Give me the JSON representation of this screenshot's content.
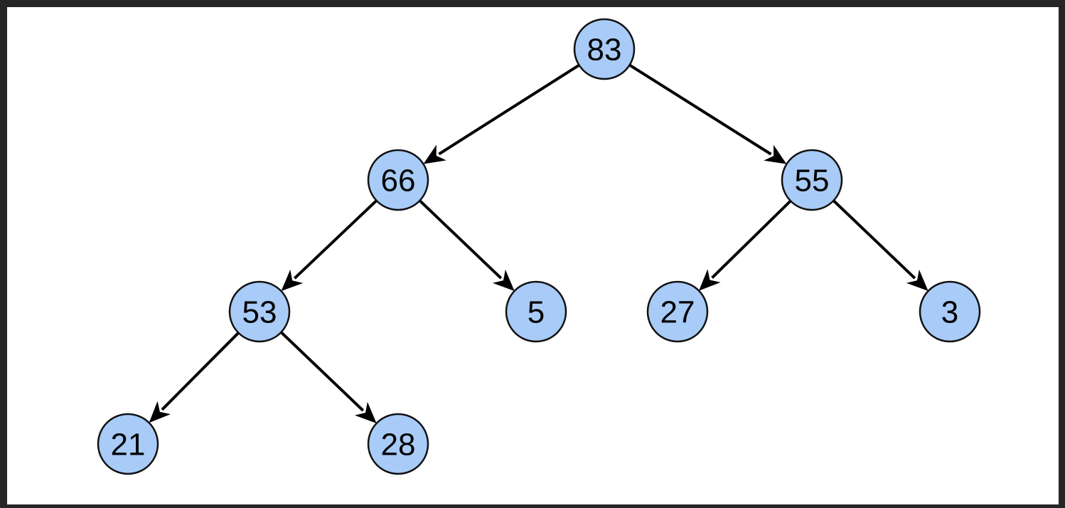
{
  "diagram": {
    "type": "binary-tree",
    "node_fill": "#a8cbf7",
    "node_stroke": "#111111",
    "edge_color": "#000000",
    "nodes": [
      {
        "id": "n83",
        "label": "83"
      },
      {
        "id": "n66",
        "label": "66"
      },
      {
        "id": "n55",
        "label": "55"
      },
      {
        "id": "n53",
        "label": "53"
      },
      {
        "id": "n5",
        "label": "5"
      },
      {
        "id": "n27",
        "label": "27"
      },
      {
        "id": "n3",
        "label": "3"
      },
      {
        "id": "n21",
        "label": "21"
      },
      {
        "id": "n28",
        "label": "28"
      }
    ],
    "edges": [
      {
        "from": "n83",
        "to": "n66"
      },
      {
        "from": "n83",
        "to": "n55"
      },
      {
        "from": "n66",
        "to": "n53"
      },
      {
        "from": "n66",
        "to": "n5"
      },
      {
        "from": "n55",
        "to": "n27"
      },
      {
        "from": "n55",
        "to": "n3"
      },
      {
        "from": "n53",
        "to": "n21"
      },
      {
        "from": "n53",
        "to": "n28"
      }
    ]
  }
}
